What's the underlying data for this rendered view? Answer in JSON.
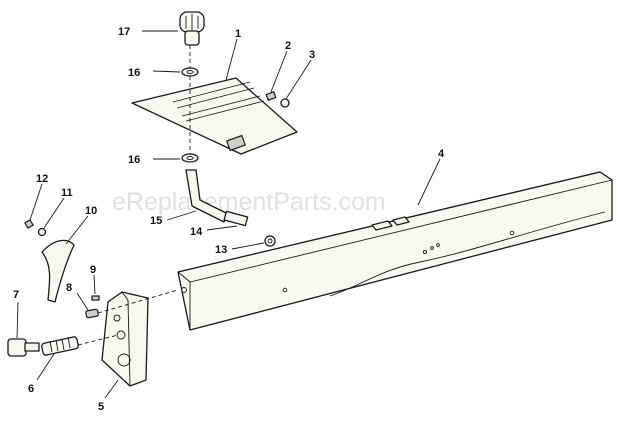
{
  "watermark": "eReplacementParts.com",
  "callouts": [
    {
      "id": "17",
      "text": "17"
    },
    {
      "id": "1",
      "text": "1"
    },
    {
      "id": "2",
      "text": "2"
    },
    {
      "id": "3",
      "text": "3"
    },
    {
      "id": "16a",
      "text": "16"
    },
    {
      "id": "16b",
      "text": "16"
    },
    {
      "id": "4",
      "text": "4"
    },
    {
      "id": "12",
      "text": "12"
    },
    {
      "id": "11",
      "text": "11"
    },
    {
      "id": "10",
      "text": "10"
    },
    {
      "id": "15",
      "text": "15"
    },
    {
      "id": "14",
      "text": "14"
    },
    {
      "id": "13",
      "text": "13"
    },
    {
      "id": "9",
      "text": "9"
    },
    {
      "id": "8",
      "text": "8"
    },
    {
      "id": "7",
      "text": "7"
    },
    {
      "id": "6",
      "text": "6"
    },
    {
      "id": "5",
      "text": "5"
    }
  ]
}
